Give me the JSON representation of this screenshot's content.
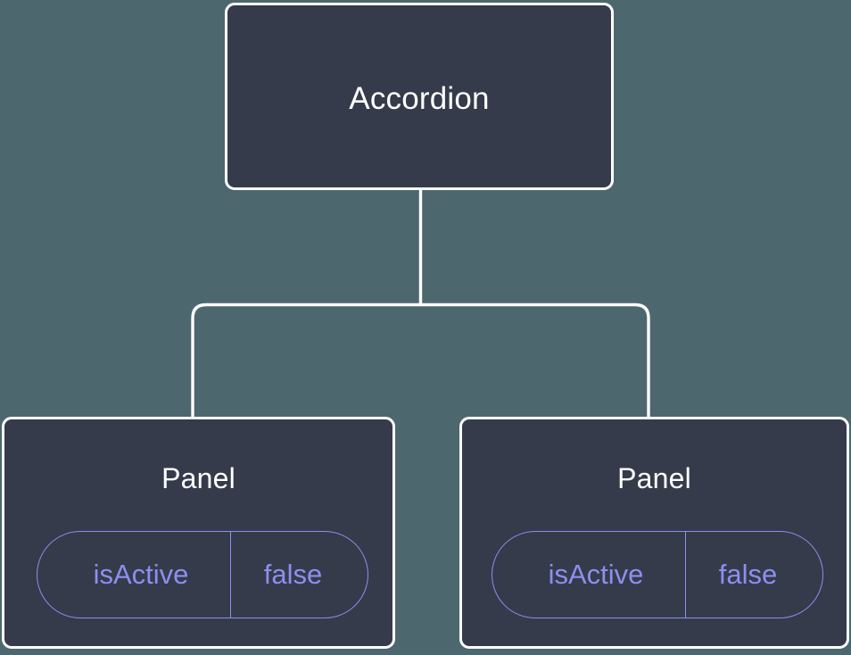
{
  "diagram": {
    "type": "component-tree",
    "background_color": "#4d676f",
    "node_fill_color": "#353b4a",
    "node_border_color": "#ffffff",
    "edge_color": "#ffffff",
    "title_text_color": "#ffffff",
    "attribute_color": "#8c8ff0",
    "nodes": [
      {
        "id": "accordion",
        "title": "Accordion",
        "attributes": []
      },
      {
        "id": "panel-left",
        "title": "Panel",
        "attributes": [
          {
            "key": "isActive",
            "value": "false"
          }
        ]
      },
      {
        "id": "panel-right",
        "title": "Panel",
        "attributes": [
          {
            "key": "isActive",
            "value": "false"
          }
        ]
      }
    ],
    "edges": [
      {
        "from": "accordion",
        "to": "panel-left"
      },
      {
        "from": "accordion",
        "to": "panel-right"
      }
    ]
  }
}
